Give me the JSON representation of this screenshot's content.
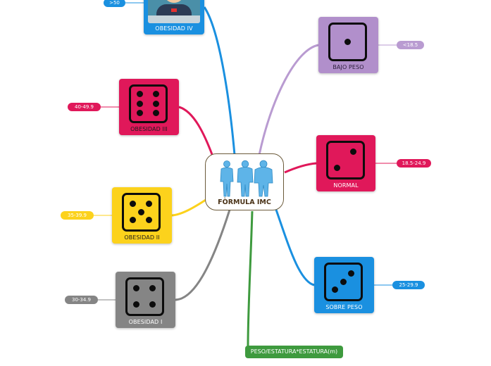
{
  "center": {
    "title": "FÒRMULA IMC",
    "icon": "three-silhouettes-icon"
  },
  "formula": {
    "label": "PESO/ESTATURA*ESTATURA(m)",
    "color": "#3e9a3e"
  },
  "categories": {
    "bajo_peso": {
      "label": "BAJO PESO",
      "range": "<18.5",
      "color": "#b18fcb",
      "pill_color": "#b99bd1",
      "text_color": "#2b1d3a",
      "die_face": 1
    },
    "normal": {
      "label": "NORMAL",
      "range": "18.5-24.9",
      "color": "#e0185a",
      "pill_color": "#e0185a",
      "text_color": "#ffffff",
      "die_face": 2
    },
    "sobre_peso": {
      "label": "SOBRE PESO",
      "range": "25-29.9",
      "color": "#1a90e0",
      "pill_color": "#1a90e0",
      "text_color": "#ffffff",
      "die_face": 3
    },
    "obesidad_i": {
      "label": "OBESIDAD I",
      "range": "30-34.9",
      "color": "#858585",
      "pill_color": "#858585",
      "text_color": "#ffffff",
      "die_face": 4
    },
    "obesidad_ii": {
      "label": "OBESIDAD II",
      "range": "35-39.9",
      "color": "#fcd21c",
      "pill_color": "#fcd21c",
      "text_color": "#1b1b1b",
      "die_face": 5
    },
    "obesidad_iii": {
      "label": "OBESIDAD III",
      "range": "40-49.9",
      "color": "#e0185a",
      "pill_color": "#e0185a",
      "text_color": "#1b1b1b",
      "die_face": 6
    },
    "obesidad_iv": {
      "label": "OBESIDAD IV",
      "range": ">50",
      "color": "#1a90e0",
      "pill_color": "#1a90e0",
      "text_color": "#ffffff",
      "icon": "person-avatar-icon"
    }
  }
}
